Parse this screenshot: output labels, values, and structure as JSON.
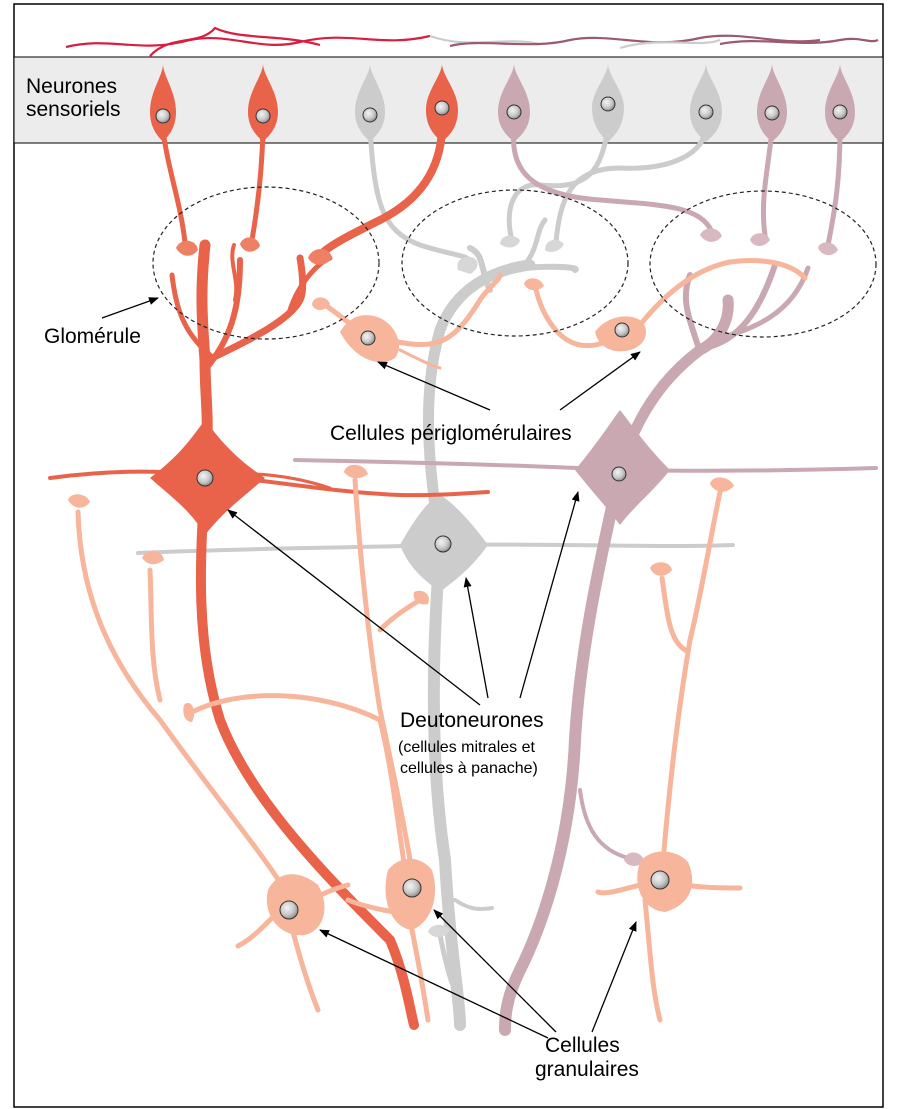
{
  "labels": {
    "sensory": [
      "Neurones",
      "sensoriels"
    ],
    "glomerule": "Glomérule",
    "periglomerular": "Cellules périglomérulaires",
    "deutoneurones": "Deutoneurones",
    "deutoneurones_note": [
      "(cellules mitrales et",
      "cellules à panache)"
    ],
    "granular": [
      "Cellules",
      "granulaires"
    ]
  },
  "colors": {
    "red": "#e8634a",
    "red_light": "#f7b59c",
    "red_receptor": "#d81f3f",
    "mauve": "#c9a8b1",
    "mauve_receptor": "#9c5a6e",
    "gray": "#cccccc",
    "band": "#ececec",
    "nucleus": "#b8b8b8"
  }
}
